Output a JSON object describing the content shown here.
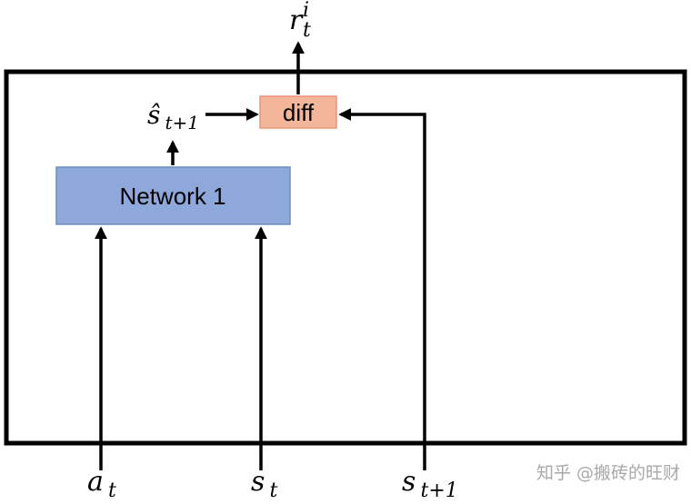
{
  "blocks": {
    "network": {
      "label": "Network 1",
      "fill": "#8ea8db",
      "stroke": "#6c8ebf"
    },
    "diff": {
      "label": "diff",
      "fill": "#f4b69a",
      "stroke": "#e8967a"
    }
  },
  "symbols": {
    "output": {
      "base": "r",
      "sub": "t",
      "sup": "i"
    },
    "predicted_state": {
      "base": "ŝ",
      "sub": "t+1"
    },
    "action": {
      "base": "a",
      "sub": "t"
    },
    "state": {
      "base": "s",
      "sub": "t"
    },
    "next_state": {
      "base": "s",
      "sub": "t+1"
    }
  },
  "watermark": "知乎 @搬砖的旺财"
}
